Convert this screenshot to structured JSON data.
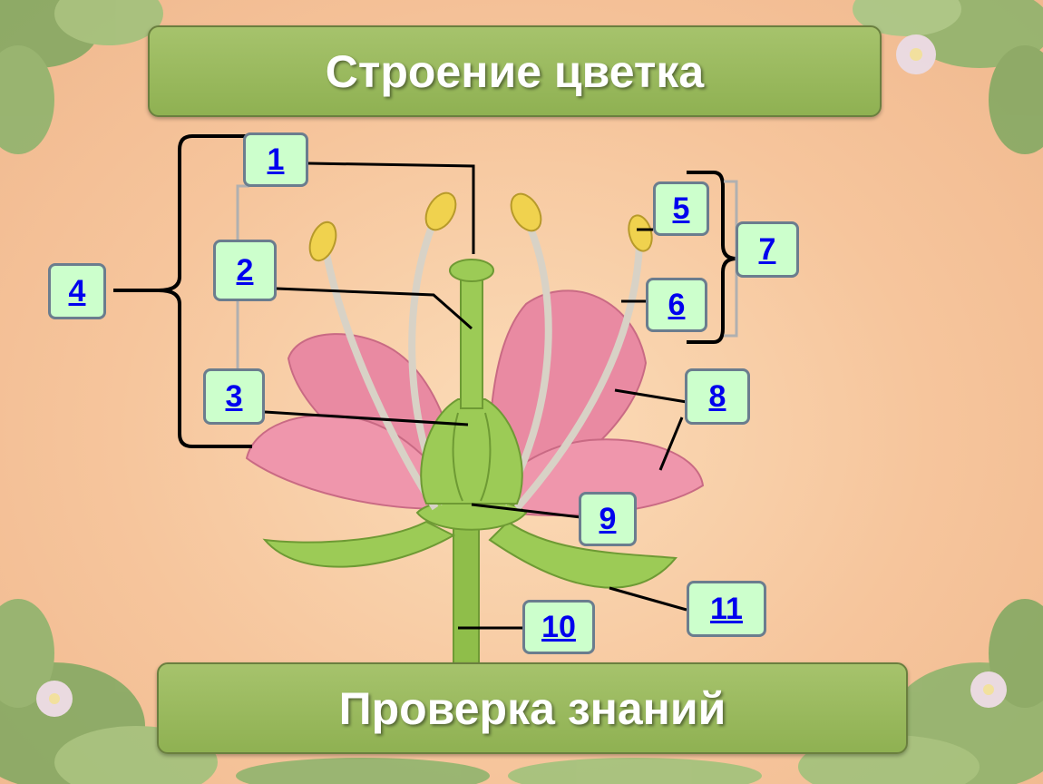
{
  "slide": {
    "title": "Строение цветка",
    "bottom_button": "Проверка знаний"
  },
  "labels": [
    "1",
    "2",
    "3",
    "4",
    "5",
    "6",
    "7",
    "8",
    "9",
    "10",
    "11"
  ],
  "colors": {
    "background": "#f6c59c",
    "title_bar": "#98b85c",
    "label_fill": "#ccffcc",
    "label_text": "#0000ee",
    "petal": "#e98aa2",
    "green": "#8fbe4a"
  }
}
